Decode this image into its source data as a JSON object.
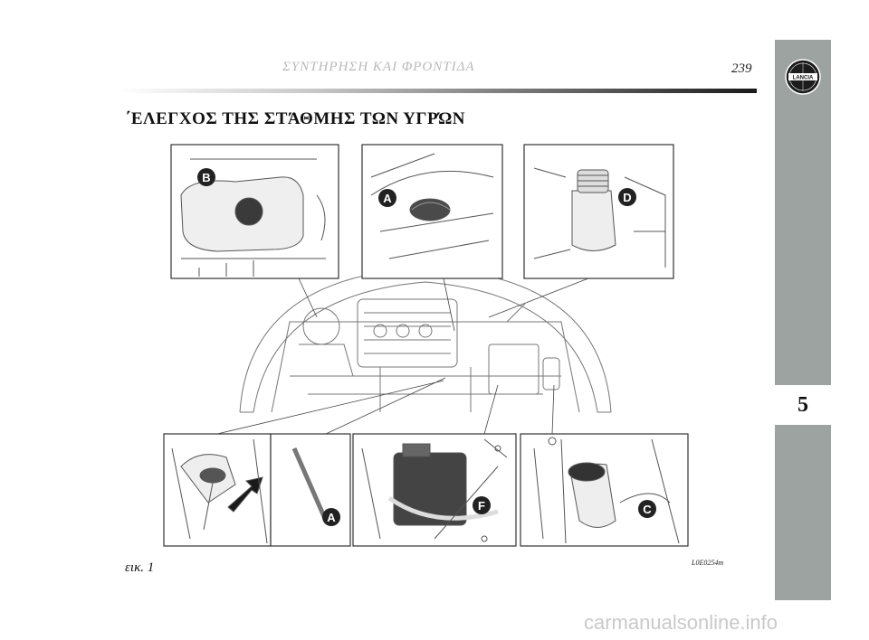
{
  "header": {
    "title": "ΣΥΝΤΗΡΗΣΗ ΚΑΙ ΦΡΟΝΤΙΔΑ",
    "page_number": "239",
    "brand_logo_text": "LANCIA"
  },
  "section": {
    "title": "΄ΕΛΕΓΧΟΣ ΤΗΣ ΣΤΆΘΜΗΣ ΤΩΝ ΥΓΡΏΝ"
  },
  "sidebar": {
    "chapter": "5",
    "color": "#9da3a0"
  },
  "figure": {
    "labels": {
      "b": "B",
      "a_top": "A",
      "d": "D",
      "a_bottom": "A",
      "f": "F",
      "c": "C"
    },
    "caption": "εικ. 1",
    "code": "L0E0254m"
  },
  "watermark": "carmanualsonline.info"
}
